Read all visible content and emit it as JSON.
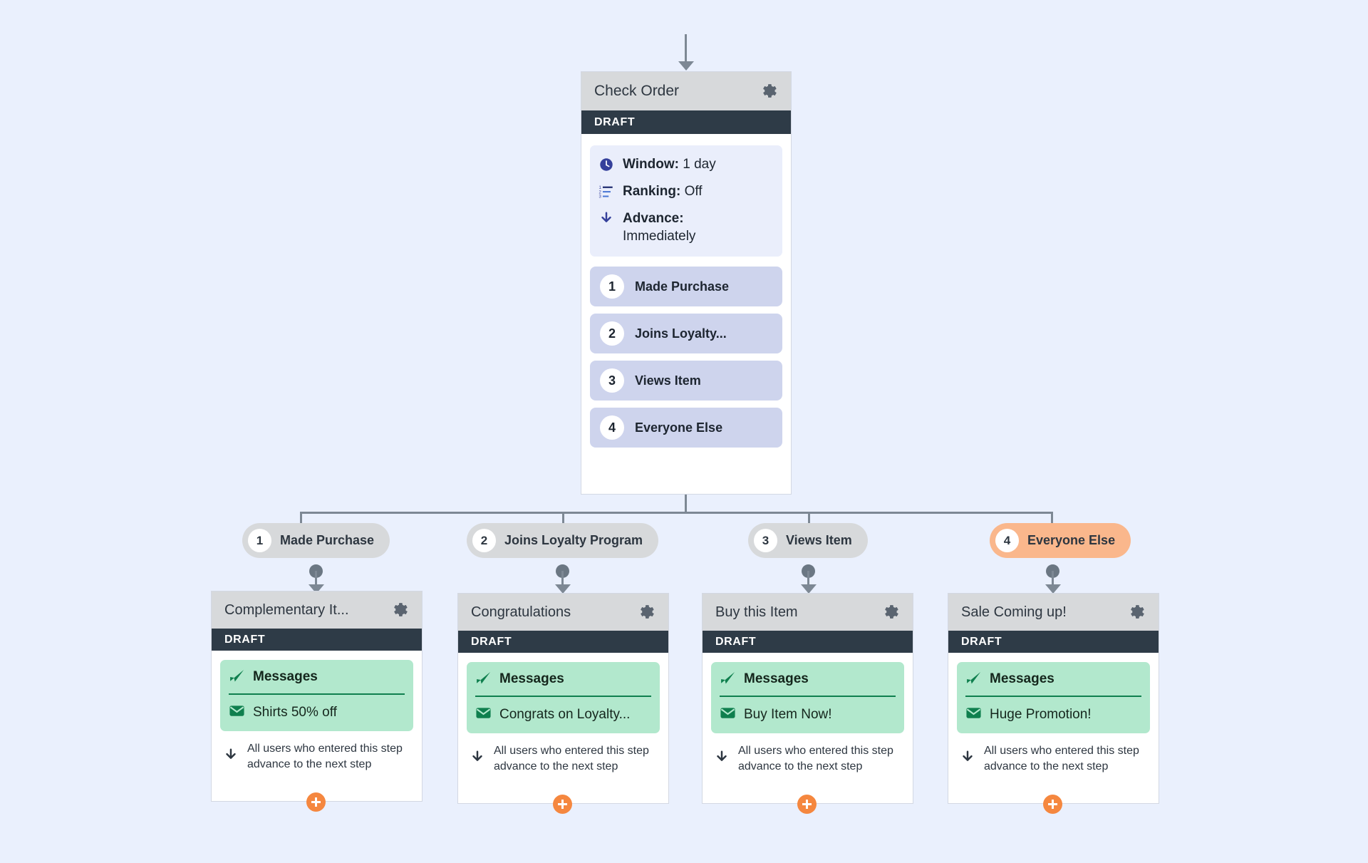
{
  "canvas": {
    "background_color": "#eaf0fd"
  },
  "root_node": {
    "title": "Check Order",
    "status": "DRAFT",
    "gear_icon": "gear-icon",
    "info": [
      {
        "icon": "clock-icon",
        "label": "Window:",
        "value": "1 day"
      },
      {
        "icon": "ranking-icon",
        "label": "Ranking:",
        "value": "Off"
      },
      {
        "icon": "arrow-down-icon",
        "label": "Advance:",
        "value": "Immediately"
      }
    ],
    "branches": [
      {
        "num": "1",
        "label": "Made Purchase"
      },
      {
        "num": "2",
        "label": "Joins Loyalty..."
      },
      {
        "num": "3",
        "label": "Views Item"
      },
      {
        "num": "4",
        "label": "Everyone Else"
      }
    ]
  },
  "pills": [
    {
      "num": "1",
      "label": "Made Purchase",
      "active": false
    },
    {
      "num": "2",
      "label": "Joins Loyalty Program",
      "active": false
    },
    {
      "num": "3",
      "label": "Views Item",
      "active": false
    },
    {
      "num": "4",
      "label": "Everyone Else",
      "active": true
    }
  ],
  "message_nodes": [
    {
      "title": "Complementary It...",
      "status": "DRAFT",
      "messages_label": "Messages",
      "message_item": "Shirts 50% off",
      "advance_text": "All users who entered this step advance to the next step"
    },
    {
      "title": "Congratulations",
      "status": "DRAFT",
      "messages_label": "Messages",
      "message_item": "Congrats on Loyalty...",
      "advance_text": "All users who entered this step advance to the next step"
    },
    {
      "title": "Buy this Item",
      "status": "DRAFT",
      "messages_label": "Messages",
      "message_item": "Buy Item Now!",
      "advance_text": "All users who entered this step advance to the next step"
    },
    {
      "title": "Sale Coming up!",
      "status": "DRAFT",
      "messages_label": "Messages",
      "message_item": "Huge Promotion!",
      "advance_text": "All users who entered this step advance to the next step"
    }
  ],
  "colors": {
    "background": "#eaf0fd",
    "card_header": "#d7d9db",
    "status_bar": "#2e3b47",
    "info_panel": "#eaeefb",
    "branch_item": "#ced4ed",
    "message_box": "#b2e8cd",
    "message_accent": "#0f7f4e",
    "pill_default": "#d7d9db",
    "pill_active": "#fab78c",
    "connector": "#7d8894",
    "plus_button": "#f5873f"
  }
}
